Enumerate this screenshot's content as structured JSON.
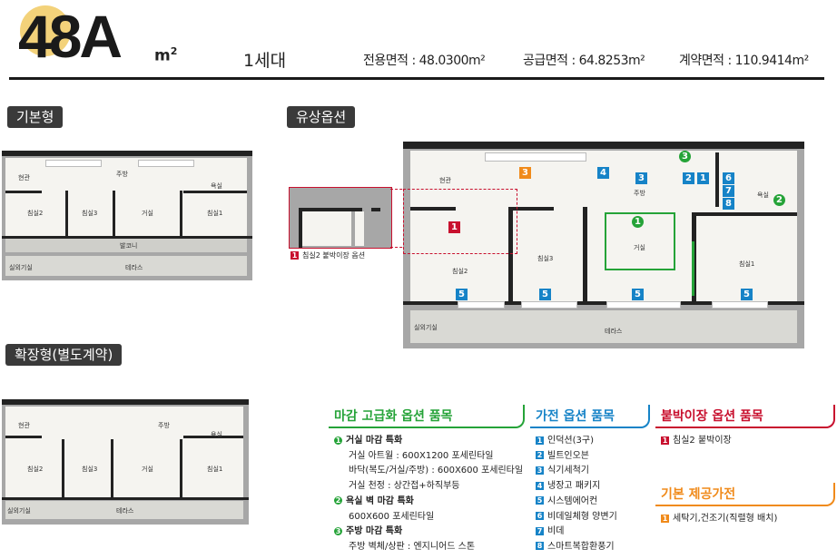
{
  "header": {
    "type_name": "48A",
    "unit": "m",
    "unit_sup": "2",
    "households": "1세대",
    "exclusive_area": "전용면적 : 48.0300m²",
    "supply_area": "공급면적 : 64.8253m²",
    "contract_area": "계약면적 : 110.9414m²"
  },
  "sections": {
    "basic": "기본형",
    "paid": "유상옵션",
    "extended": "확장형(별도계약)"
  },
  "plan_labels": {
    "entrance": "현관",
    "kitchen": "주방",
    "bath": "욕실",
    "bed1": "침실1",
    "bed2": "침실2",
    "bed3": "침실3",
    "living": "거실",
    "balcony": "발코니",
    "terrace": "테라스",
    "outdoor_unit": "실외기실"
  },
  "detail_note": "침실2 붙박이장 옵션",
  "badges": {
    "one": "1",
    "two": "2",
    "three": "3",
    "four": "4",
    "five": "5",
    "six": "6",
    "seven": "7",
    "eight": "8"
  },
  "finish_options": {
    "title": "마감 고급화 옵션 품목",
    "items": [
      {
        "num": "1",
        "head": "거실 마감 특화",
        "lines": [
          "거실 아트월 : 600X1200 포세린타일",
          "바닥(복도/거실/주방) : 600X600 포세린타일",
          "거실 천정 : 상간접+하직부등"
        ]
      },
      {
        "num": "2",
        "head": "욕실 벽 마감 특화",
        "lines": [
          "600X600 포세린타일"
        ]
      },
      {
        "num": "3",
        "head": "주방 마감 특화",
        "lines": [
          "주방 벽체/상판 : 엔지니어드 스톤"
        ]
      }
    ]
  },
  "appliance_options": {
    "title": "가전 옵션 품목",
    "items": [
      "인덕션(3구)",
      "빌트인오븐",
      "식기세척기",
      "냉장고 패키지",
      "시스템에어컨",
      "비데일체형 양변기",
      "비데",
      "스마트복합환풍기"
    ]
  },
  "builtin_options": {
    "title": "붙박이장 옵션 품목",
    "items": [
      "침실2 붙박이장"
    ]
  },
  "basic_appliances": {
    "title": "기본 제공가전",
    "items": [
      "세탁기,건조기(직렬형 배치)"
    ]
  },
  "colors": {
    "green": "#25a338",
    "blue": "#1683c7",
    "red": "#c8102e",
    "orange": "#f08a1a"
  }
}
